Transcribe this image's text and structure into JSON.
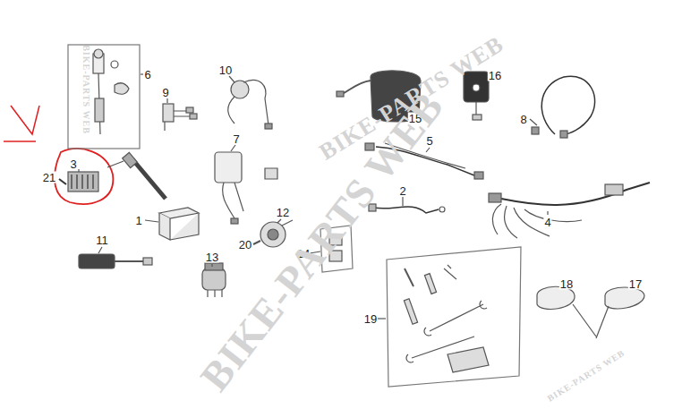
{
  "diagram": {
    "labels": [
      "1",
      "2",
      "3",
      "4",
      "5",
      "6",
      "7",
      "8",
      "9",
      "10",
      "11",
      "12",
      "13",
      "14",
      "15",
      "16",
      "17",
      "18",
      "19",
      "20",
      "21",
      "BIKE-PARTS WEB",
      "BIKE-PARTS WEB",
      "BIKE-PARTS WEB",
      "BIKE-PARTS WEB"
    ]
  }
}
